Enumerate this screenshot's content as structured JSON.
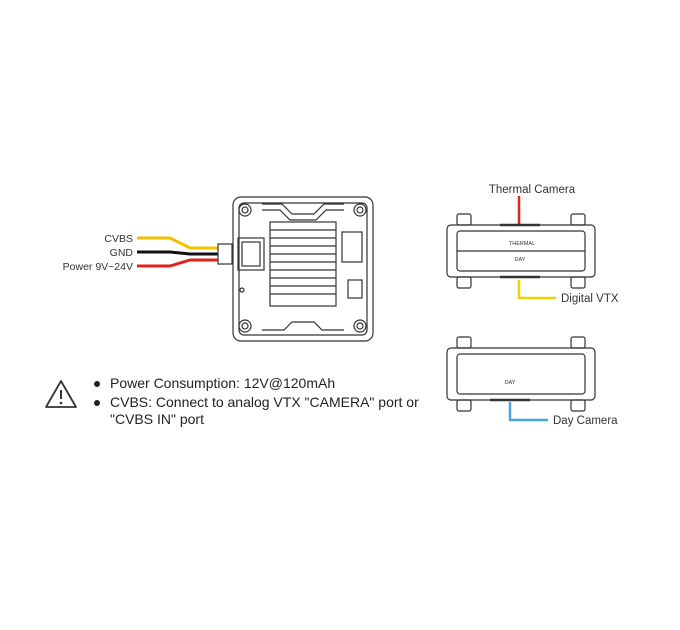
{
  "wires": {
    "cvbs": "CVBS",
    "gnd": "GND",
    "power": "Power 9V~24V"
  },
  "wire_colors": {
    "cvbs": "#f2c200",
    "gnd": "#111111",
    "power": "#e0231c",
    "thermal": "#e0231c",
    "vtx": "#f2d100",
    "day": "#4aa3df"
  },
  "right": {
    "thermal_camera": "Thermal Camera",
    "digital_vtx": "Digital VTX",
    "day_camera": "Day Camera",
    "module_top_mark": "THERMAL",
    "module_bottom_mark": "DAY"
  },
  "notes": {
    "icon": "warning-icon",
    "items": [
      "Power Consumption: 12V@120mAh",
      "CVBS: Connect to analog VTX \"CAMERA\" port or \"CVBS IN\" port"
    ]
  }
}
